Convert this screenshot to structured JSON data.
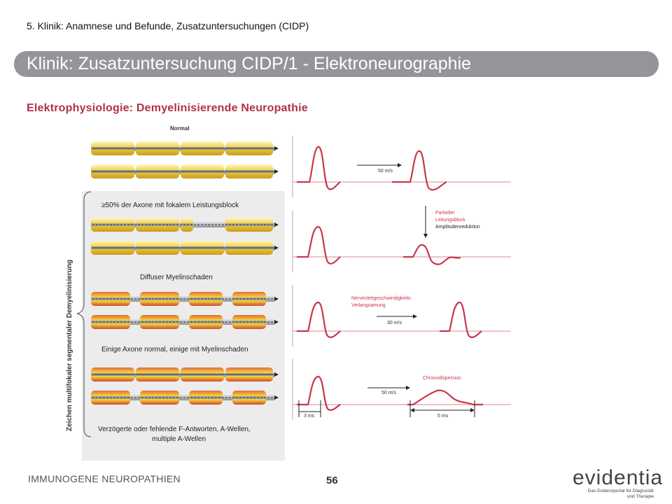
{
  "header": {
    "breadcrumb": "5. Klinik: Anamnese und Befunde, Zusatzuntersuchungen (CIDP)",
    "title": "Klinik: Zusatzuntersuchung CIDP/1 - Elektroneurographie",
    "subtitle": "Elektrophysiologie: Demyelinisierende Neuropathie"
  },
  "figure": {
    "normal_label": "Normal",
    "side_label": "Zeichen multifokaler segmentaler Demyelinisierung",
    "sections": [
      "≥50% der Axone mit fokalem Leistungsblock",
      "Diffuser Myelinschaden",
      "Einige Axone normal, einige mit Myelinschaden"
    ],
    "bottom_label_line1": "Verzögerte oder fehlende F-Antworten, A-Wellen,",
    "bottom_label_line2": "multiple A-Wellen",
    "speed_normal": "50 m/s",
    "block_line1": "Partieller",
    "block_line2": "Leitungsblock",
    "block_line3": "Amplitudenreduktion",
    "slowing_line1": "Nervenleitgeschwindigkeits-",
    "slowing_line2": "Verlangsamung",
    "speed_slow": "30 m/s",
    "chronodispersion": "Chronodispersion",
    "speed_disp": "50 m/s",
    "dur_left": "3 ms",
    "dur_right": "5 ms"
  },
  "footer": {
    "left": "IMMUNOGENE NEUROPATHIEN",
    "page": "56",
    "logo_word": "evidentia",
    "logo_tag_line1": "Das Evidenzportal für Diagnostik",
    "logo_tag_line2": "und Therapie"
  },
  "colors": {
    "title_bar": "#939598",
    "subtitle": "#b2314a",
    "trace": "#c8374b",
    "baseline": "#d68a94",
    "myelin": "#f2cf3c",
    "axon": "#a7a9ac"
  }
}
